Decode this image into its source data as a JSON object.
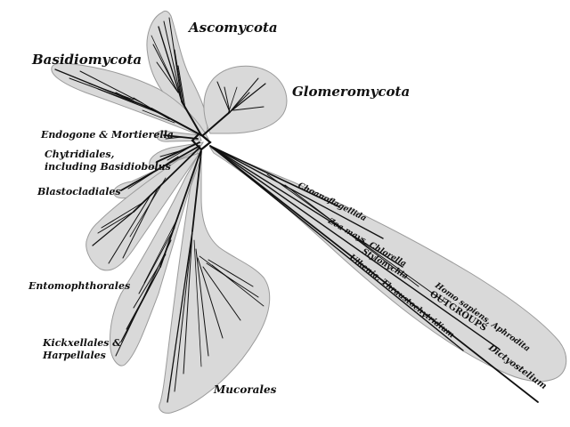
{
  "colors": {
    "clade_fill": "#d9d9d9",
    "clade_outline": "#9a9a9a",
    "branch": "#111111",
    "background": "#ffffff"
  },
  "clades": {
    "ascomycota": "Ascomycota",
    "basidiomycota": "Basidiomycota",
    "glomeromycota": "Glomeromycota",
    "endogone": "Endogone & Mortierella",
    "chytridiales_line1": "Chytridiales,",
    "chytridiales_line2": "including Basidiobolus",
    "blastocladiales": "Blastocladiales",
    "entomophthorales": "Entomophthorales",
    "kickxellales_line1": "Kickxellales &",
    "kickxellales_line2": "Harpellales",
    "mucorales": "Mucorales"
  },
  "outgroups": {
    "group_label": "OUTGROUPS",
    "taxa": {
      "choanoflagellida": "Choanoflagellida",
      "zea_chlorella": "Zea mays, Chlorella",
      "stylonychia": "Stylonychia",
      "homo_aphrodita": "Homo sapiens, Aphrodita",
      "ulkenia_thraustochytridium": "Ulkenia, Thraustochytridium",
      "dictyostelium": "Dictyostelium"
    }
  }
}
